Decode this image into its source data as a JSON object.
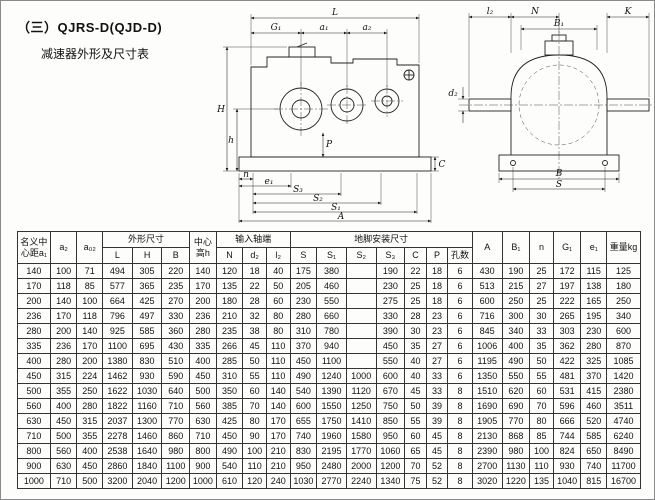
{
  "title": {
    "line1": "（三）QJRS-D(QJD-D)",
    "line2": "减速器外形及尺寸表"
  },
  "drawings": {
    "side": {
      "L": "L",
      "G1": "G₁",
      "a1": "a₁",
      "a2": "a₂",
      "H": "H",
      "h": "h",
      "P": "P",
      "C": "C",
      "n": "n",
      "e1": "e₁",
      "S3": "S₃",
      "S2": "S₂",
      "S1": "S₁",
      "A": "A"
    },
    "end": {
      "l2": "l₂",
      "N": "N",
      "K": "K",
      "B1": "B₁",
      "d2": "d₂",
      "B": "B",
      "S": "S"
    }
  },
  "table": {
    "col_a1": "名义中心距a₁",
    "col_a2": "a₂",
    "col_a02": "a₀₂",
    "group_outline": "外形尺寸",
    "col_h": "中心高h",
    "group_shaft": "输入轴端",
    "group_foot": "地脚安装尺寸",
    "col_A": "A",
    "col_B1": "B₁",
    "col_n": "n",
    "col_G1": "G₁",
    "col_e1": "e₁",
    "col_weight": "重量kg",
    "sub_headers": [
      "L",
      "H",
      "B",
      "N",
      "d₂",
      "l₂",
      "S",
      "S₁",
      "S₂",
      "S₃",
      "C",
      "P",
      "孔数"
    ],
    "rows": [
      [
        140,
        100,
        71,
        494,
        305,
        220,
        140,
        120,
        18,
        40,
        175,
        380,
        "",
        190,
        22,
        18,
        6,
        430,
        190,
        25,
        172,
        115,
        125
      ],
      [
        170,
        118,
        85,
        577,
        365,
        235,
        170,
        135,
        22,
        50,
        205,
        460,
        "",
        230,
        25,
        18,
        6,
        513,
        215,
        27,
        197,
        138,
        180
      ],
      [
        200,
        140,
        100,
        664,
        425,
        270,
        200,
        180,
        28,
        60,
        230,
        550,
        "",
        275,
        25,
        18,
        6,
        600,
        250,
        25,
        222,
        165,
        250
      ],
      [
        236,
        170,
        118,
        796,
        497,
        330,
        236,
        210,
        32,
        80,
        280,
        660,
        "",
        330,
        28,
        23,
        6,
        716,
        300,
        30,
        265,
        195,
        340
      ],
      [
        280,
        200,
        140,
        925,
        585,
        360,
        280,
        235,
        38,
        80,
        310,
        780,
        "",
        390,
        30,
        23,
        6,
        845,
        340,
        33,
        303,
        230,
        600
      ],
      [
        335,
        236,
        170,
        1100,
        695,
        430,
        335,
        266,
        45,
        110,
        370,
        940,
        "",
        450,
        35,
        27,
        6,
        1006,
        400,
        35,
        362,
        280,
        870
      ],
      [
        400,
        280,
        200,
        1380,
        830,
        510,
        400,
        285,
        50,
        110,
        450,
        1100,
        "",
        550,
        40,
        27,
        6,
        1195,
        490,
        50,
        422,
        325,
        1085
      ],
      [
        450,
        315,
        224,
        1462,
        930,
        590,
        450,
        310,
        55,
        110,
        490,
        1240,
        1000,
        600,
        40,
        33,
        6,
        1350,
        550,
        55,
        481,
        370,
        1420
      ],
      [
        500,
        355,
        250,
        1622,
        1030,
        640,
        500,
        350,
        60,
        140,
        540,
        1390,
        1120,
        670,
        45,
        33,
        8,
        1510,
        620,
        60,
        531,
        415,
        2380
      ],
      [
        560,
        400,
        280,
        1822,
        1160,
        710,
        560,
        385,
        70,
        140,
        600,
        1550,
        1250,
        750,
        50,
        39,
        8,
        1690,
        690,
        70,
        596,
        460,
        3511
      ],
      [
        630,
        450,
        315,
        2037,
        1300,
        770,
        630,
        425,
        80,
        170,
        655,
        1750,
        1410,
        850,
        55,
        39,
        8,
        1905,
        770,
        80,
        666,
        520,
        4740
      ],
      [
        710,
        500,
        355,
        2278,
        1460,
        860,
        710,
        450,
        90,
        170,
        740,
        1960,
        1580,
        950,
        60,
        45,
        8,
        2130,
        868,
        85,
        744,
        585,
        6240
      ],
      [
        800,
        560,
        400,
        2538,
        1640,
        980,
        800,
        490,
        100,
        210,
        830,
        2195,
        1770,
        1060,
        65,
        45,
        8,
        2390,
        980,
        100,
        824,
        650,
        8490
      ],
      [
        900,
        630,
        450,
        2860,
        1840,
        1100,
        900,
        540,
        110,
        210,
        950,
        2480,
        2000,
        1200,
        70,
        52,
        8,
        2700,
        1130,
        110,
        930,
        740,
        11700
      ],
      [
        1000,
        710,
        500,
        3200,
        2040,
        1200,
        1000,
        610,
        120,
        240,
        1030,
        2770,
        2240,
        1340,
        75,
        52,
        8,
        3020,
        1220,
        135,
        1040,
        815,
        16700
      ]
    ]
  }
}
